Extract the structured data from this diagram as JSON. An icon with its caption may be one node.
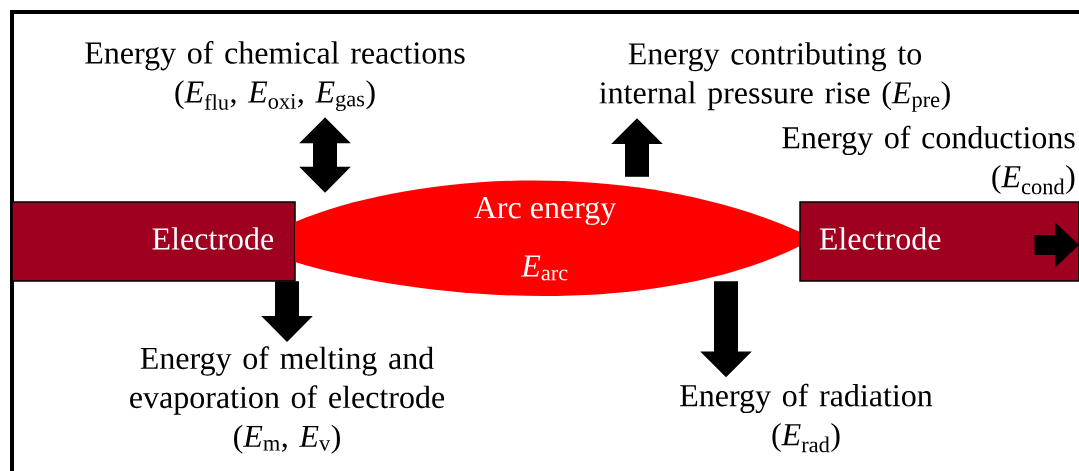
{
  "diagram": {
    "nodes": [
      {
        "text": [
          "Electrode"
        ]
      },
      {
        "text": [
          "Arc energy",
          "*E*$_{arc}$"
        ]
      },
      {
        "text": [
          "Electrode"
        ]
      },
      {
        "text": [
          "Energy of chemical reactions",
          "(*E*$_{flu}$, *E*$_{oxi}$, *E*$_{gas}$)"
        ]
      },
      {
        "text": [
          "Energy contributing to internal pressure rise (*E*$_{pre}$)"
        ]
      },
      {
        "text": [
          "Energy of conductions",
          "(*E*$_{cond}$)"
        ]
      },
      {
        "text": [
          "Energy of melting and evaporation of electrode",
          "(*E*$_{m}$, *E*$_{v}$)"
        ]
      },
      {
        "text": [
          "Energy of radiation",
          "(*E*$_{rad}$)"
        ]
      }
    ],
    "edges": [
      {
        "from": 1,
        "to": 3,
        "arrow": "both"
      },
      {
        "from": 1,
        "to": 4,
        "arrow": "to"
      },
      {
        "from": 2,
        "to": null,
        "arrow": "to"
      },
      {
        "from": 0,
        "to": 6,
        "arrow": "to"
      },
      {
        "from": 1,
        "to": 7,
        "arrow": "to"
      }
    ]
  }
}
